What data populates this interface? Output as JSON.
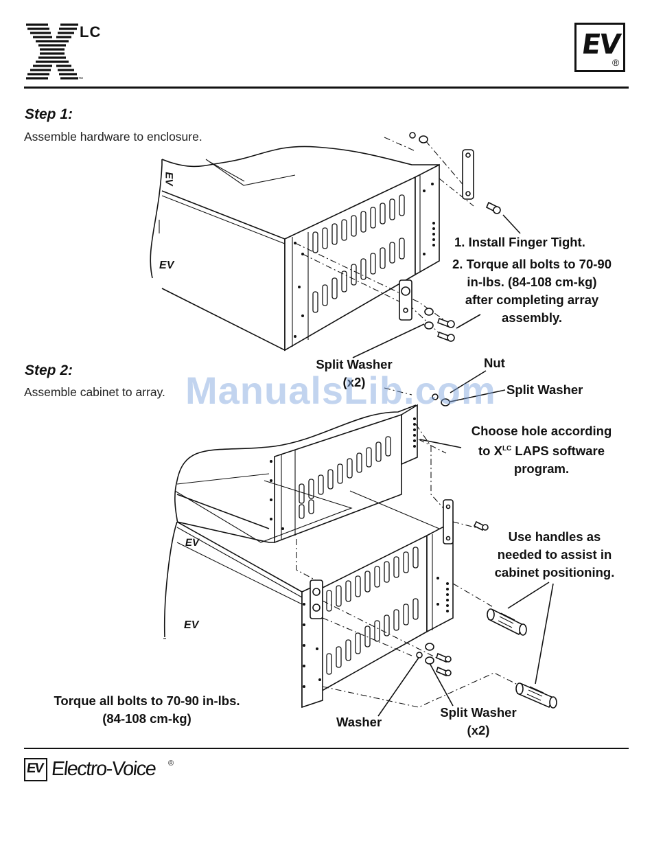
{
  "header": {
    "product_logo_text": "X",
    "product_logo_sup": "LC",
    "product_logo_tm": "™",
    "brand_logo_text": "EV",
    "brand_logo_reg": "®"
  },
  "step1": {
    "title": "Step 1:",
    "description": "Assemble hardware to enclosure.",
    "callouts": {
      "install_line1": "1. Install Finger Tight.",
      "torque_line1": "2. Torque all bolts to 70-90",
      "torque_line2": "in-lbs.  (84-108 cm-kg)",
      "torque_line3": "after completing array",
      "torque_line4": "assembly.",
      "split_washer": "Split Washer",
      "split_washer_qty": "(x2)"
    }
  },
  "step2": {
    "title": "Step 2:",
    "description": "Assemble cabinet to array.",
    "callouts": {
      "nut": "Nut",
      "split_washer": "Split Washer",
      "choose_line1": "Choose hole according",
      "choose_line2_pre": "to X",
      "choose_line2_sup": "LC",
      "choose_line2_post": " LAPS software",
      "choose_line3": "program.",
      "handles_line1": "Use handles as",
      "handles_line2": "needed to assist in",
      "handles_line3": "cabinet positioning.",
      "torque_line1": "Torque all bolts to 70-90 in-lbs.",
      "torque_line2": "(84-108 cm-kg)",
      "washer": "Washer",
      "split_washer_bottom": "Split Washer",
      "split_washer_bottom_qty": "(x2)"
    }
  },
  "diagram_marks": {
    "cabinet_logo": "EV"
  },
  "watermark": "ManualsLib.com",
  "footer": {
    "brand_mark": "EV",
    "brand_name": "Electro-Voice",
    "brand_reg": "®"
  }
}
